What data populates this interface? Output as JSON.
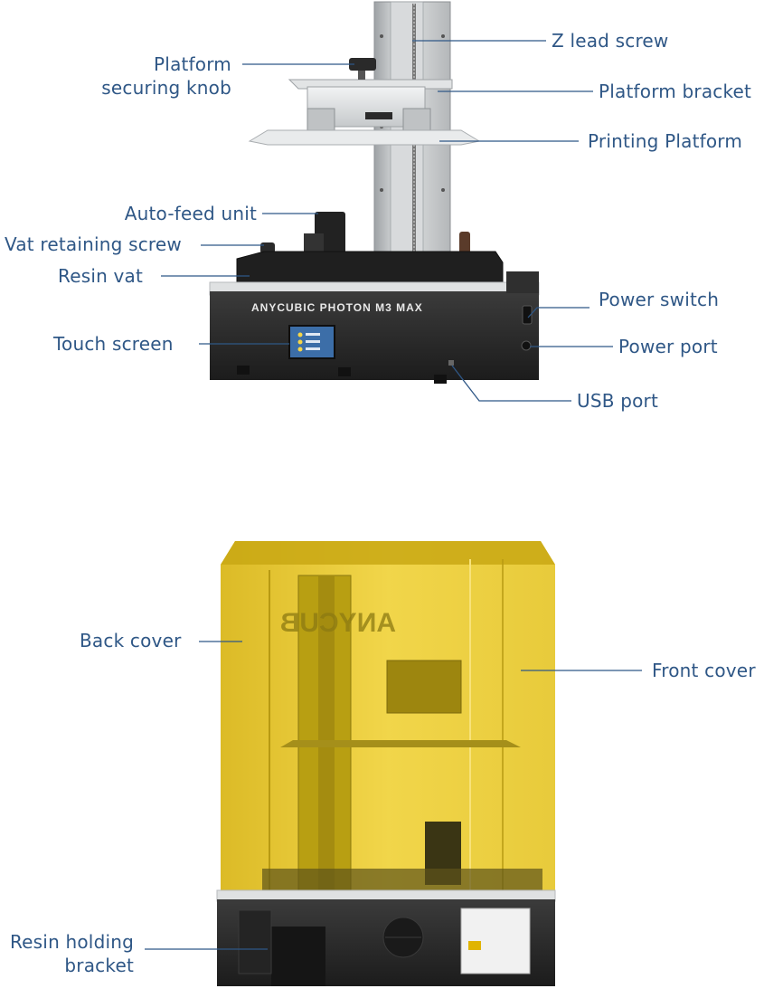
{
  "brand": {
    "printer_model": "ANYCUBIC PHOTON M3 MAX",
    "cover_text": "ANYCUB"
  },
  "labels": {
    "z_lead_screw": "Z lead screw",
    "platform_securing_knob_line1": "Platform",
    "platform_securing_knob_line2": "securing knob",
    "platform_bracket": "Platform bracket",
    "printing_platform": "Printing Platform",
    "auto_feed_unit": "Auto-feed unit",
    "vat_retaining_screw": "Vat retaining screw",
    "resin_vat": "Resin vat",
    "power_switch": "Power switch",
    "touch_screen": "Touch screen",
    "power_port": "Power port",
    "usb_port": "USB port",
    "back_cover": "Back cover",
    "front_cover": "Front cover",
    "resin_holding_bracket_line1": "Resin holding",
    "resin_holding_bracket_line2": "bracket"
  },
  "colors": {
    "label_text": "#2f5786",
    "base_black": "#2b2b2b",
    "aluminum": "#c9ccce",
    "cover_amber": "#e6c21a"
  }
}
